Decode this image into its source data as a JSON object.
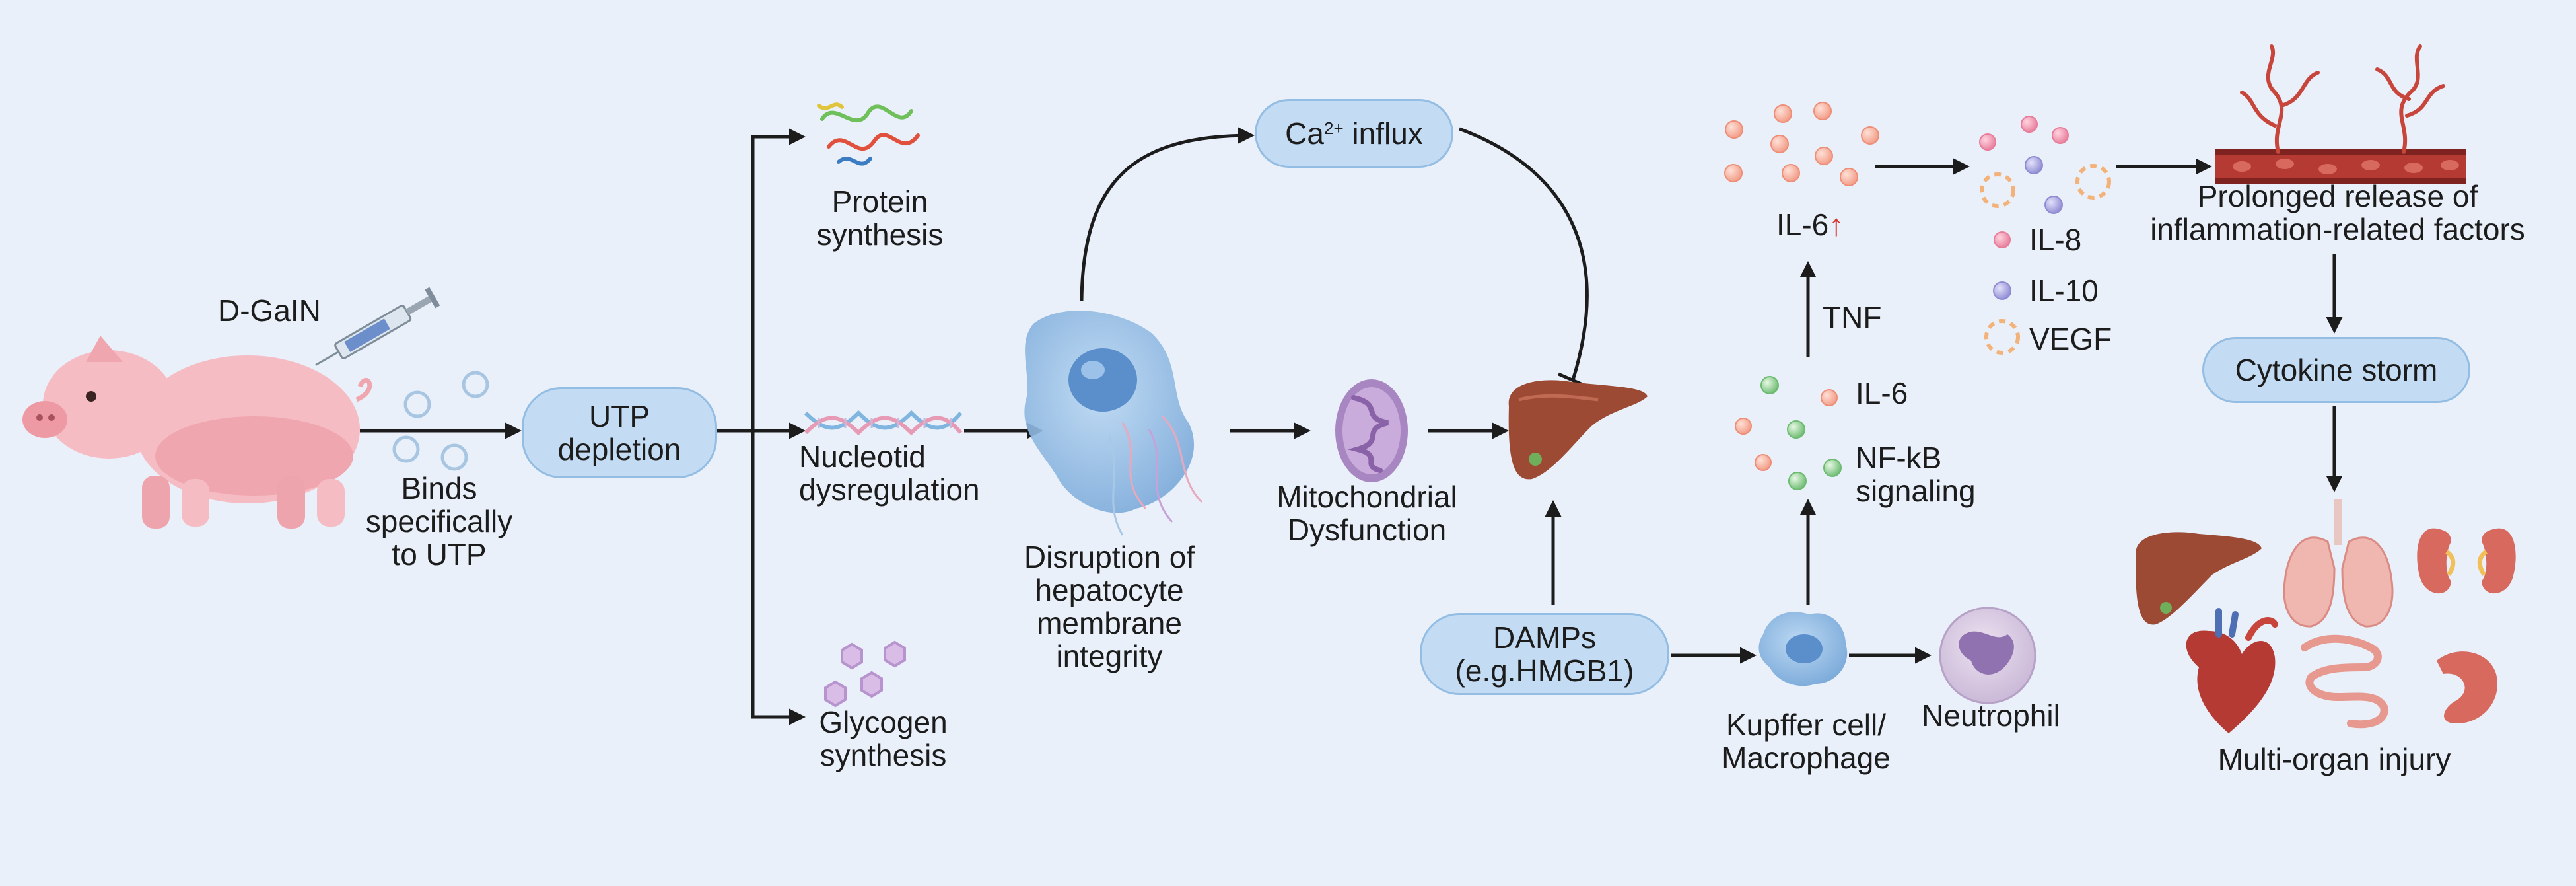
{
  "pig": {
    "drug_label": "D-GaIN",
    "binds_label": [
      "Binds",
      "specifically",
      "to UTP"
    ]
  },
  "utp_depletion": [
    "UTP",
    "depletion"
  ],
  "protein_synthesis": [
    "Protein",
    "synthesis"
  ],
  "nucleotid_dysregulation": [
    "Nucleotid",
    "dysregulation"
  ],
  "glycogen_synthesis": [
    "Glycogen",
    "synthesis"
  ],
  "calcium": {
    "prefix": "Ca",
    "sup": "2+",
    "suffix": " influx"
  },
  "membrane_disruption": [
    "Disruption of",
    "hepatocyte",
    "membrane",
    "integrity"
  ],
  "mito_dysfunction": [
    "Mitochondrial",
    "Dysfunction"
  ],
  "damps": [
    "DAMPs",
    "(e.g.HMGB1)"
  ],
  "kupffer": [
    "Kupffer cell/",
    "Macrophage"
  ],
  "neutrophil": "Neutrophil",
  "il6_top": {
    "text": "IL-6",
    "arrow": "↑"
  },
  "tnf": "TNF",
  "il6_lower": "IL-6",
  "nfkb": [
    "NF-kB",
    "signaling"
  ],
  "legend": {
    "il8": "IL-8",
    "il10": "IL-10",
    "vegf": "VEGF"
  },
  "prolonged_release": [
    "Prolonged release of",
    "inflammation-related factors"
  ],
  "cytokine_storm": "Cytokine storm",
  "multi_organ": "Multi-organ injury",
  "colors": {
    "background": "#e9f0f9",
    "pill_fill": "#c4dcf3",
    "pill_border": "#94bde3",
    "liver": "#9c4a33",
    "pig": "#f6bcc3",
    "il6_dot": "#f4a992",
    "il8_dot": "#ec8aa4",
    "il10_dot": "#9d9ad8",
    "vegf": "#f2b27a",
    "green_dot": "#85c889",
    "arrow": "#1c1c1c",
    "accent_red": "#d7322b"
  }
}
